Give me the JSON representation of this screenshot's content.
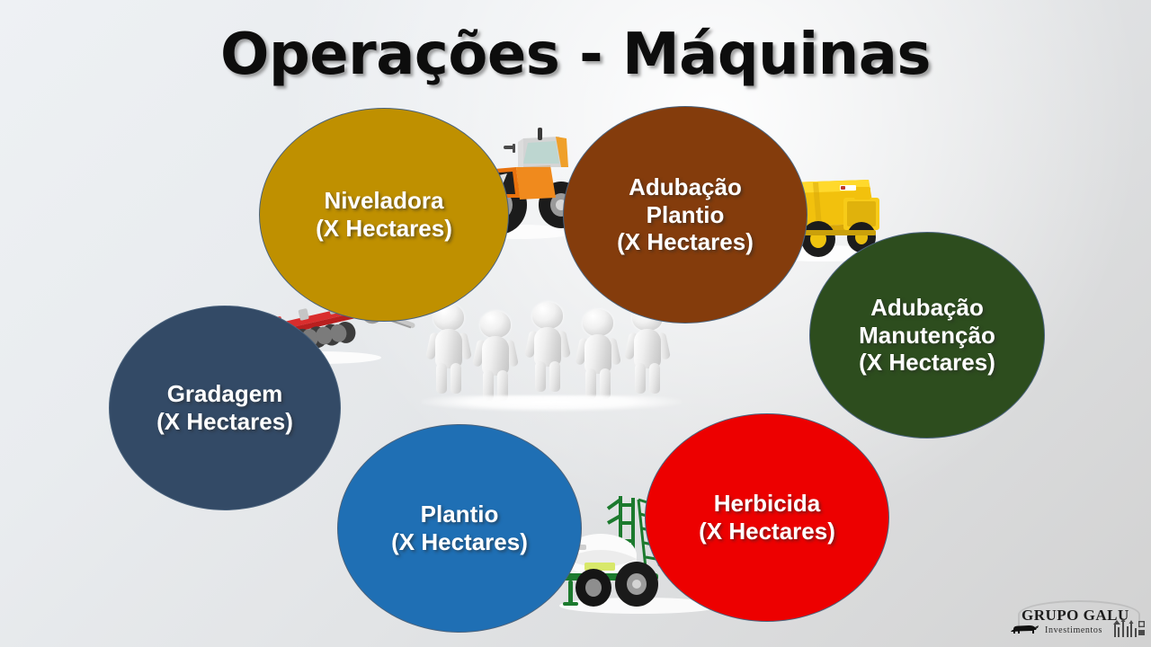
{
  "slide": {
    "title": "Operações - Máquinas",
    "background": {
      "from": "#eef1f4",
      "to": "#d2d2d2"
    }
  },
  "circles": [
    {
      "key": "niveladora",
      "lines": [
        "Niveladora",
        "(X Hectares)"
      ],
      "color": "#bf9000",
      "outline": "#4b637d"
    },
    {
      "key": "adubacao-plantio",
      "lines": [
        "Adubação",
        "Plantio",
        "(X Hectares)"
      ],
      "color": "#843c0c",
      "outline": "#4b637d"
    },
    {
      "key": "adubacao-manutencao",
      "lines": [
        "Adubação",
        "Manutenção",
        "(X Hectares)"
      ],
      "color": "#2d4d1e",
      "outline": "#4b637d"
    },
    {
      "key": "herbicida",
      "lines": [
        "Herbicida",
        "(X Hectares)"
      ],
      "color": "#ed0000",
      "outline": "#4b637d"
    },
    {
      "key": "plantio",
      "lines": [
        "Plantio",
        "(X Hectares)"
      ],
      "color": "#1f6fb4",
      "outline": "#4b637d"
    },
    {
      "key": "gradagem",
      "lines": [
        "Gradagem",
        "(X Hectares)"
      ],
      "color": "#334a66",
      "outline": "#4b637d"
    }
  ],
  "circle_text": {
    "niveladora_line1": "Niveladora",
    "niveladora_line2": "(X Hectares)",
    "adubacao_plantio_line1": "Adubação",
    "adubacao_plantio_line2": "Plantio",
    "adubacao_plantio_line3": "(X Hectares)",
    "adubacao_manutencao_line1": "Adubação",
    "adubacao_manutencao_line2": "Manutenção",
    "adubacao_manutencao_line3": "(X Hectares)",
    "herbicida_line1": "Herbicida",
    "herbicida_line2": "(X Hectares)",
    "plantio_line1": "Plantio",
    "plantio_line2": "(X Hectares)",
    "gradagem_line1": "Gradagem",
    "gradagem_line2": "(X Hectares)"
  },
  "artwork": {
    "people": "five-white-3d-figurines-standing-in-a-row",
    "tractor": "orange-farm-tractor",
    "spreader": "yellow-trailed-fertilizer-spreader",
    "disc_harrow": "red-trailed-disc-harrow",
    "sprayer": "green-trailed-boom-sprayer-with-white-tank"
  },
  "logo": {
    "name": "GRUPO GALU",
    "subtitle": "Investimentos",
    "cow_icon": "cow-silhouette-icon",
    "marks_icon": "farm-marks-icon"
  }
}
